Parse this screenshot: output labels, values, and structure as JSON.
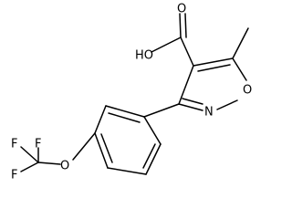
{
  "molecule": {
    "labels": {
      "carboxyl_hydroxyl": "HO",
      "carboxyl_oxygen": "O",
      "ring_oxygen": "O",
      "ring_nitrogen": "N",
      "ether_oxygen": "O",
      "fluorine_1": "F",
      "fluorine_2": "F",
      "fluorine_3": "F"
    },
    "colors": {
      "bonds": "#000000",
      "labels": "#000000",
      "background": "#ffffff"
    }
  }
}
